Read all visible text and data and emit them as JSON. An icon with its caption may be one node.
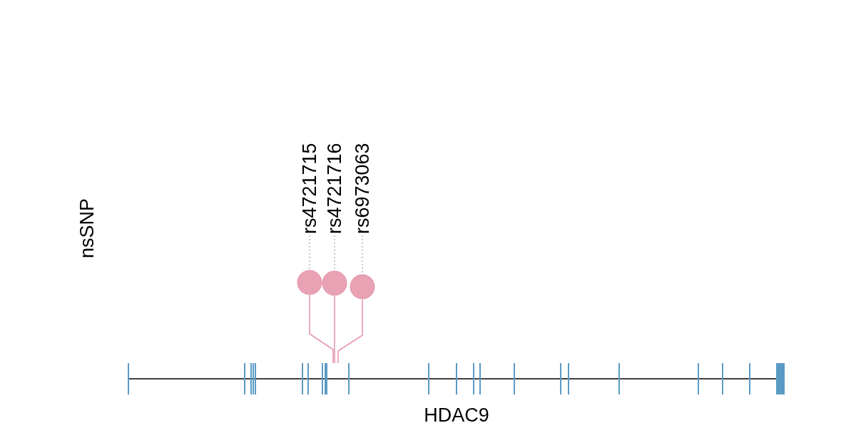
{
  "diagram": {
    "nodes": [
      {
        "text": [
          "rs4721715"
        ]
      },
      {
        "text": [
          "rs4721716"
        ]
      },
      {
        "text": [
          "rs6973063"
        ]
      },
      {
        "text": [],
        "shape": "circle"
      },
      {
        "text": [],
        "shape": "circle"
      },
      {
        "text": [],
        "shape": "circle"
      },
      {
        "text": [
          "HDAC9"
        ]
      }
    ],
    "edges": [
      {
        "from": 0,
        "to": 3,
        "arrow": "none",
        "style": "dashed",
        "color": "#bbbbbb"
      },
      {
        "from": 1,
        "to": 4,
        "arrow": "none",
        "style": "dashed",
        "color": "#bbbbbb"
      },
      {
        "from": 2,
        "to": 5,
        "arrow": "none",
        "style": "dashed",
        "color": "#bbbbbb"
      },
      {
        "from": 3,
        "to": 6,
        "arrow": "none"
      },
      {
        "from": 4,
        "to": 6,
        "arrow": "none"
      },
      {
        "from": 5,
        "to": 6,
        "arrow": "none"
      }
    ],
    "labels": [
      "nsSNP"
    ]
  }
}
